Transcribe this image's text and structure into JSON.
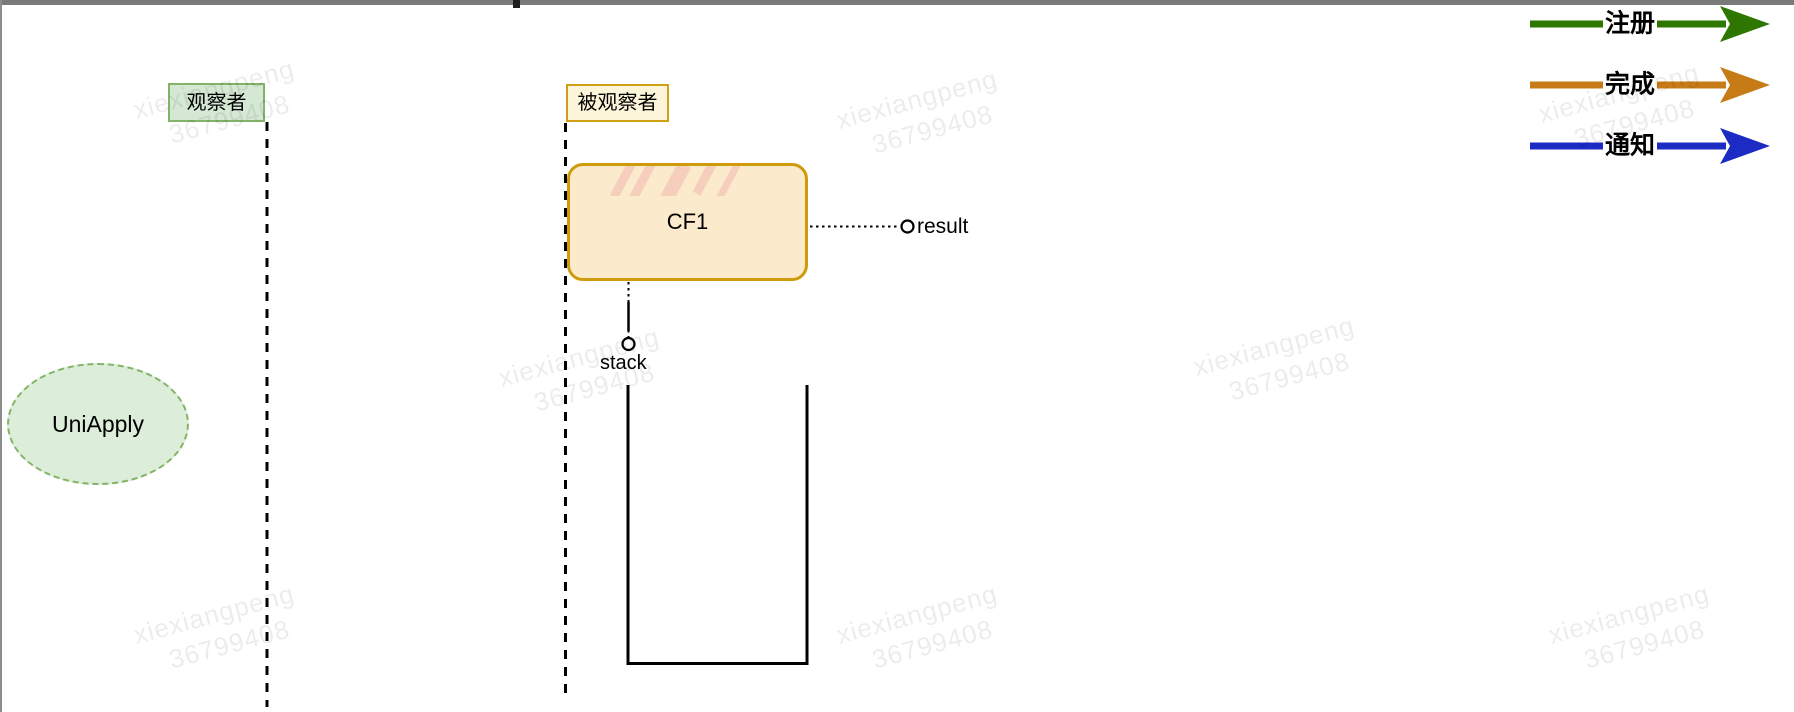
{
  "actors": {
    "observer": {
      "label": "观察者"
    },
    "subject": {
      "label": "被观察者"
    }
  },
  "nodes": {
    "cf1": {
      "label": "CF1"
    },
    "uniapply": {
      "label": "UniApply"
    }
  },
  "ports": {
    "result": {
      "label": "result"
    },
    "stack": {
      "label": "stack"
    }
  },
  "legend": [
    {
      "label": "注册",
      "color": "#2d7600"
    },
    {
      "label": "完成",
      "color": "#c77b16"
    },
    {
      "label": "通知",
      "color": "#1c2bc4"
    }
  ],
  "watermark": {
    "line1": "xiexiangpeng",
    "line2": "36799408"
  },
  "colors": {
    "observer_fill": "#d5e8d4",
    "observer_border": "#82b366",
    "subject_fill": "#fdf5d9",
    "subject_border": "#cfa014",
    "cf1_fill": "#fbeacc",
    "cf1_border": "#cf9b0b",
    "uniapply_fill": "#dceeda",
    "uniapply_border": "#82b366"
  }
}
